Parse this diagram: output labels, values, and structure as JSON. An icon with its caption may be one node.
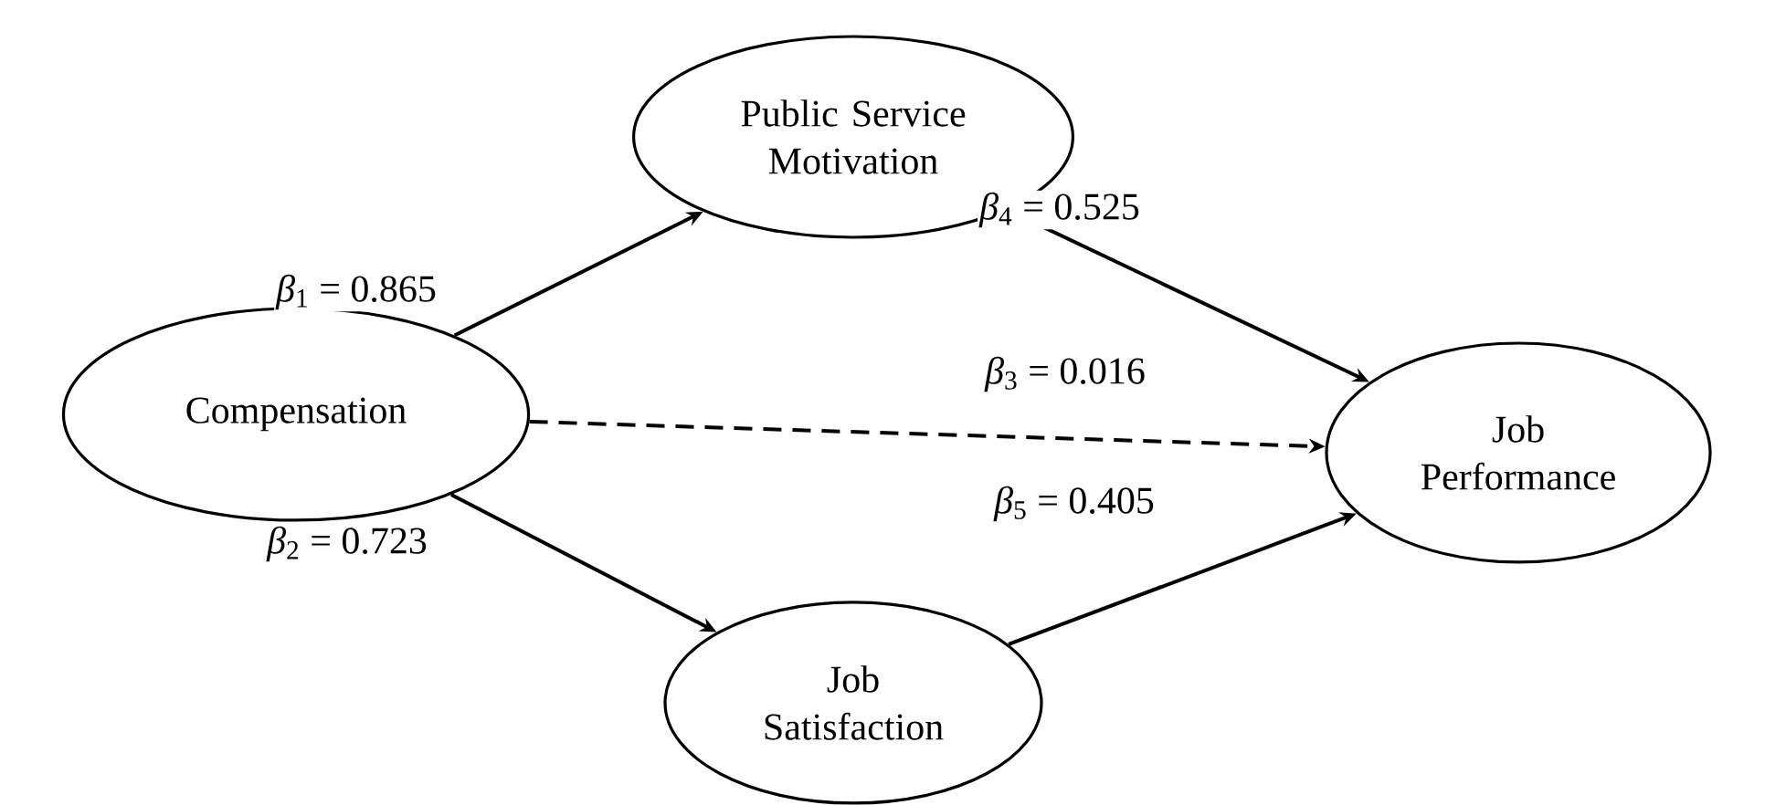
{
  "diagram": {
    "nodes": [
      {
        "text": [
          "Compensation"
        ]
      },
      {
        "text": [
          "Public Service Motivation"
        ]
      },
      {
        "text": [
          "Job Satisfaction"
        ]
      },
      {
        "text": [
          "Job Performance"
        ]
      }
    ],
    "edges": [
      {
        "from": 0,
        "to": 1,
        "arrow": "to",
        "label": "*β*$_{1}$ = 0.865"
      },
      {
        "from": 1,
        "to": 3,
        "arrow": "to",
        "label": "*β*$_{4}$ = 0.525"
      },
      {
        "from": 0,
        "to": 3,
        "arrow": "to",
        "label": "*β*$_{3}$ = 0.016",
        "style": "dashed"
      },
      {
        "from": 0,
        "to": 2,
        "arrow": "to",
        "label": "*β*$_{2}$ = 0.723"
      },
      {
        "from": 2,
        "to": 3,
        "arrow": "to",
        "label": "*β*$_{5}$ = 0.405"
      }
    ]
  }
}
